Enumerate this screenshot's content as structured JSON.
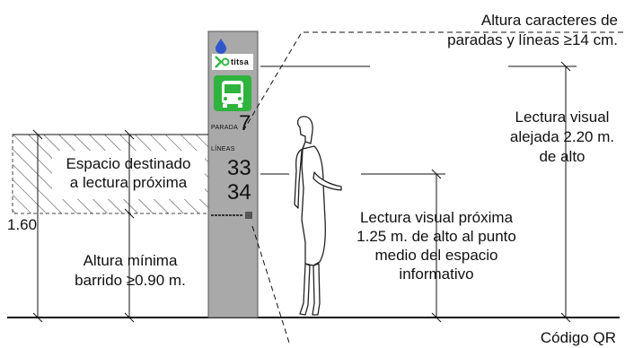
{
  "annotations": {
    "char_height": [
      "Altura caracteres de",
      "paradas y líneas ≥14 cm."
    ],
    "far_reading": [
      "Lectura visual",
      "alejada 2.20 m.",
      "de alto"
    ],
    "near_space": [
      "Espacio destinado",
      "a lectura próxima"
    ],
    "height_160": "1.60",
    "min_height": [
      "Altura mínima",
      "barrido ≥0.90 m."
    ],
    "near_reading": [
      "Lectura visual próxima",
      "1.25 m. de alto al punto",
      "medio del espacio",
      "informativo"
    ],
    "qr_code": "Código QR"
  },
  "totem": {
    "brand": "titsa",
    "stop_label": "PARADA",
    "stop_number": "7",
    "lines_label": "LÍNEAS",
    "lines": [
      "33",
      "34"
    ]
  },
  "colors": {
    "totem_fill": "#a9a9a9",
    "bus_icon_bg": "#2eb33e",
    "brand_green": "#39b54a",
    "drop_blue": "#2f57c9",
    "line": "#111111"
  }
}
